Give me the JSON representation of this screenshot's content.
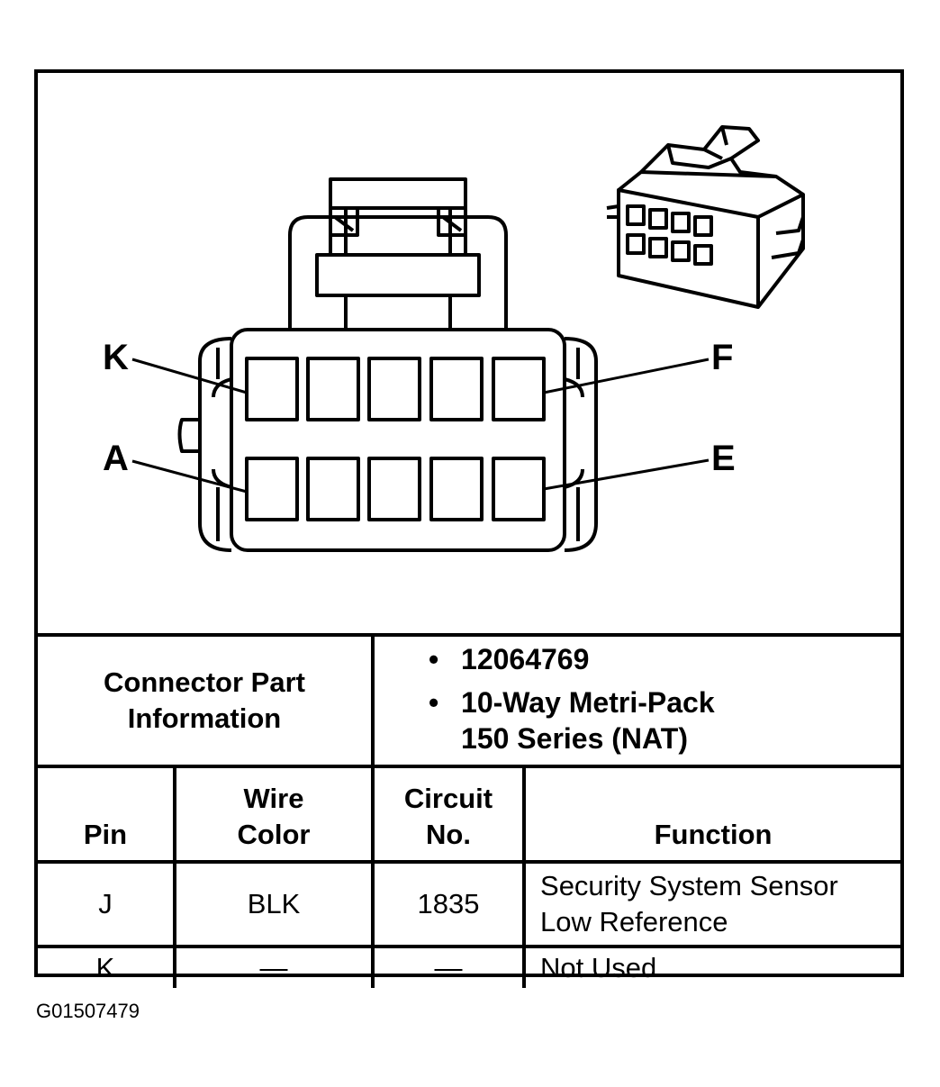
{
  "figure_code": "G01507479",
  "connector_face": {
    "pin_labels": {
      "top_left": "K",
      "top_right": "F",
      "bottom_left": "A",
      "bottom_right": "E"
    }
  },
  "connector_info": {
    "label": "Connector Part Information",
    "items": [
      "12064769",
      "10-Way Metri-Pack 150 Series (NAT)"
    ],
    "bullet": "•"
  },
  "table": {
    "headers": {
      "pin": "Pin",
      "wire_color": "Wire Color",
      "circuit_no": "Circuit No.",
      "function": "Function"
    },
    "rows": [
      {
        "pin": "J",
        "wire_color": "BLK",
        "circuit_no": "1835",
        "function": "Security System Sensor Low Reference"
      },
      {
        "pin": "K",
        "wire_color": "—",
        "circuit_no": "—",
        "function": "Not Used"
      }
    ]
  }
}
